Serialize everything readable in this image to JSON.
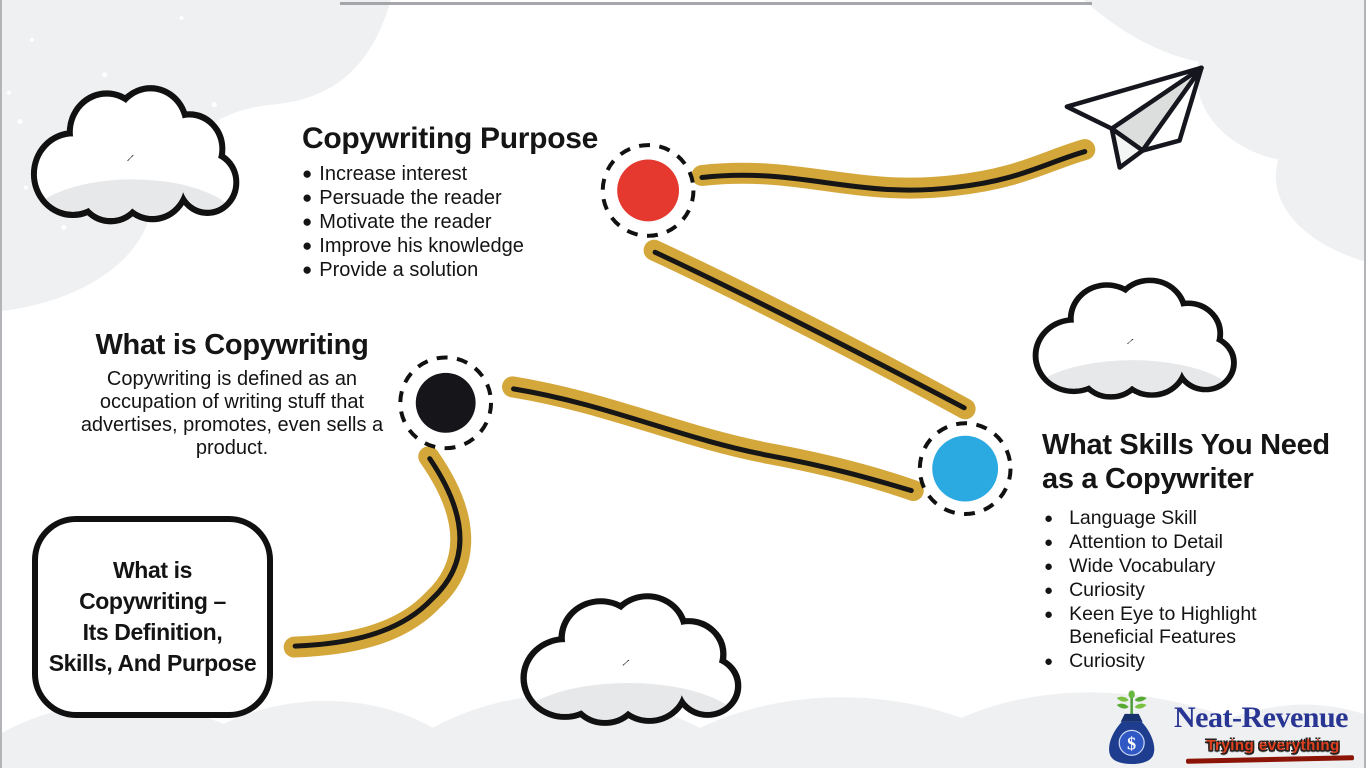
{
  "infographic": {
    "purpose": {
      "title": "Copywriting Purpose",
      "items": [
        "Increase interest",
        "Persuade the reader",
        "Motivate the reader",
        "Improve his knowledge",
        "Provide a solution"
      ]
    },
    "definition": {
      "title": "What is Copywriting",
      "body": "Copywriting is defined as an occupation of writing stuff that advertises, promotes, even sells a product."
    },
    "skills": {
      "title_line1": "What Skills You Need",
      "title_line2": "as a Copywriter",
      "items": [
        "Language Skill",
        "Attention to Detail",
        "Wide Vocabulary",
        "Curiosity",
        "Keen Eye to Highlight Beneficial Features",
        "Curiosity"
      ]
    },
    "title_box": {
      "lines": [
        "What is",
        "Copywriting –",
        "Its Definition,",
        "Skills, And Purpose"
      ]
    },
    "bullet_glyph": "●",
    "nodes": [
      {
        "name": "red-node",
        "color": "#e5382e"
      },
      {
        "name": "black-node",
        "color": "#16161a"
      },
      {
        "name": "blue-node",
        "color": "#2ba9e1"
      }
    ]
  },
  "logo": {
    "brand": "Neat-Revenue",
    "tagline": "Trying everything",
    "dollar_sign": "$"
  },
  "icons": [
    "cloud-icon",
    "paper-plane-icon",
    "money-bag-icon",
    "plant-sprout-icon",
    "bullet-dot-icon"
  ],
  "colors": {
    "background_gray": "#eef0f2",
    "cloud_white": "#ffffff",
    "cloud_shade": "#e7e8ea",
    "outline_black": "#111111",
    "path_gold": "#d4a73b",
    "path_line_black": "#161616",
    "node_red": "#e5382e",
    "node_black": "#16161a",
    "node_blue": "#2ba9e1",
    "logo_navy": "#283593",
    "logo_bag_blue": "#1e3d8f",
    "logo_coin_blue": "#2f58c4",
    "tagline_red": "#e0401f"
  }
}
